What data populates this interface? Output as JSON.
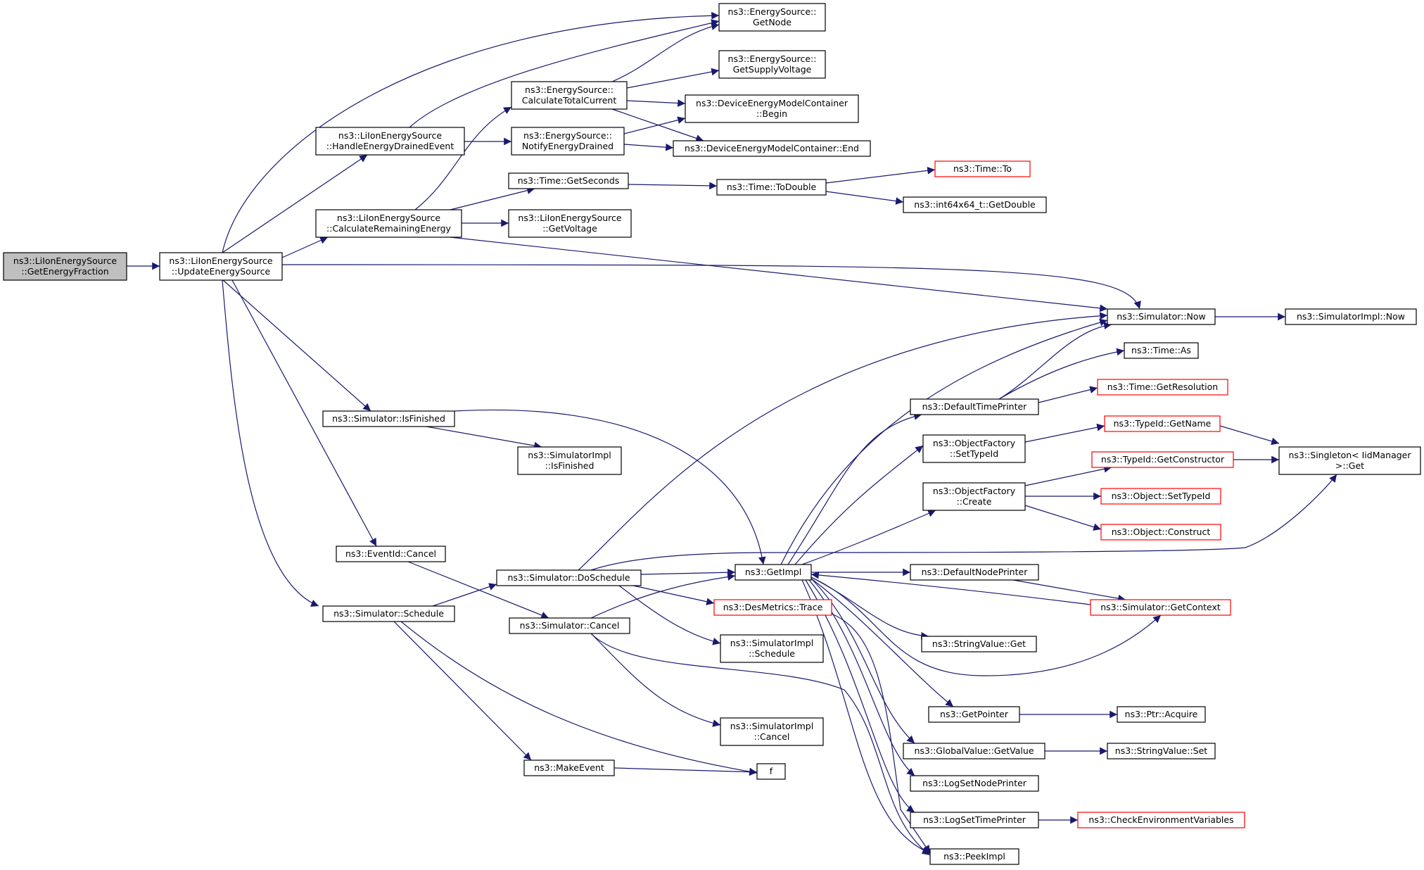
{
  "graph": {
    "colors": {
      "edge": "#191970",
      "root_fill": "#bfbfbf",
      "node_fill": "#ffffff",
      "node_border": "#000000",
      "truncated_border": "#ff0000"
    },
    "nodes": [
      {
        "id": "root",
        "lines": [
          "ns3::LiIonEnergySource",
          "::GetEnergyFraction"
        ],
        "style": "root"
      },
      {
        "id": "update",
        "lines": [
          "ns3::LiIonEnergySource",
          "::UpdateEnergySource"
        ],
        "style": "normal"
      },
      {
        "id": "handle",
        "lines": [
          "ns3::LiIonEnergySource",
          "::HandleEnergyDrainedEvent"
        ],
        "style": "normal"
      },
      {
        "id": "calcRem",
        "lines": [
          "ns3::LiIonEnergySource",
          "::CalculateRemainingEnergy"
        ],
        "style": "normal"
      },
      {
        "id": "isFinished",
        "lines": [
          "ns3::Simulator::IsFinished"
        ],
        "style": "normal"
      },
      {
        "id": "eventCancel",
        "lines": [
          "ns3::EventId::Cancel"
        ],
        "style": "normal"
      },
      {
        "id": "schedule",
        "lines": [
          "ns3::Simulator::Schedule"
        ],
        "style": "normal"
      },
      {
        "id": "calcTotal",
        "lines": [
          "ns3::EnergySource::",
          "CalculateTotalCurrent"
        ],
        "style": "normal"
      },
      {
        "id": "notify",
        "lines": [
          "ns3::EnergySource::",
          "NotifyEnergyDrained"
        ],
        "style": "normal"
      },
      {
        "id": "getSeconds",
        "lines": [
          "ns3::Time::GetSeconds"
        ],
        "style": "normal"
      },
      {
        "id": "getVoltage",
        "lines": [
          "ns3::LiIonEnergySource",
          "::GetVoltage"
        ],
        "style": "normal"
      },
      {
        "id": "implIsFinished",
        "lines": [
          "ns3::SimulatorImpl",
          "::IsFinished"
        ],
        "style": "normal"
      },
      {
        "id": "doSchedule",
        "lines": [
          "ns3::Simulator::DoSchedule"
        ],
        "style": "normal"
      },
      {
        "id": "simCancel",
        "lines": [
          "ns3::Simulator::Cancel"
        ],
        "style": "normal"
      },
      {
        "id": "makeEvent",
        "lines": [
          "ns3::MakeEvent"
        ],
        "style": "normal"
      },
      {
        "id": "getNode",
        "lines": [
          "ns3::EnergySource::",
          "GetNode"
        ],
        "style": "normal"
      },
      {
        "id": "supplyVoltage",
        "lines": [
          "ns3::EnergySource::",
          "GetSupplyVoltage"
        ],
        "style": "normal"
      },
      {
        "id": "dmcBegin",
        "lines": [
          "ns3::DeviceEnergyModelContainer",
          "::Begin"
        ],
        "style": "normal"
      },
      {
        "id": "dmcEnd",
        "lines": [
          "ns3::DeviceEnergyModelContainer::End"
        ],
        "style": "normal"
      },
      {
        "id": "toDouble",
        "lines": [
          "ns3::Time::ToDouble"
        ],
        "style": "normal"
      },
      {
        "id": "timeTo",
        "lines": [
          "ns3::Time::To"
        ],
        "style": "truncated"
      },
      {
        "id": "getDouble",
        "lines": [
          "ns3::int64x64_t::GetDouble"
        ],
        "style": "normal"
      },
      {
        "id": "now",
        "lines": [
          "ns3::Simulator::Now"
        ],
        "style": "normal"
      },
      {
        "id": "implNow",
        "lines": [
          "ns3::SimulatorImpl::Now"
        ],
        "style": "normal"
      },
      {
        "id": "timeAs",
        "lines": [
          "ns3::Time::As"
        ],
        "style": "normal"
      },
      {
        "id": "defTimePrinter",
        "lines": [
          "ns3::DefaultTimePrinter"
        ],
        "style": "normal"
      },
      {
        "id": "getResolution",
        "lines": [
          "ns3::Time::GetResolution"
        ],
        "style": "truncated"
      },
      {
        "id": "getName",
        "lines": [
          "ns3::TypeId::GetName"
        ],
        "style": "truncated"
      },
      {
        "id": "ofSetTypeId",
        "lines": [
          "ns3::ObjectFactory",
          "::SetTypeId"
        ],
        "style": "normal"
      },
      {
        "id": "singletonGet",
        "lines": [
          "ns3::Singleton< IidManager",
          ">::Get"
        ],
        "style": "normal"
      },
      {
        "id": "getConstructor",
        "lines": [
          "ns3::TypeId::GetConstructor"
        ],
        "style": "truncated"
      },
      {
        "id": "ofCreate",
        "lines": [
          "ns3::ObjectFactory",
          "::Create"
        ],
        "style": "normal"
      },
      {
        "id": "objSetTypeId",
        "lines": [
          "ns3::Object::SetTypeId"
        ],
        "style": "truncated"
      },
      {
        "id": "objConstruct",
        "lines": [
          "ns3::Object::Construct"
        ],
        "style": "truncated"
      },
      {
        "id": "getImpl",
        "lines": [
          "ns3::GetImpl"
        ],
        "style": "normal"
      },
      {
        "id": "defNodePrinter",
        "lines": [
          "ns3::DefaultNodePrinter"
        ],
        "style": "normal"
      },
      {
        "id": "desTrace",
        "lines": [
          "ns3::DesMetrics::Trace"
        ],
        "style": "truncated"
      },
      {
        "id": "getContext",
        "lines": [
          "ns3::Simulator::GetContext"
        ],
        "style": "truncated"
      },
      {
        "id": "stringGet",
        "lines": [
          "ns3::StringValue::Get"
        ],
        "style": "normal"
      },
      {
        "id": "implSchedule",
        "lines": [
          "ns3::SimulatorImpl",
          "::Schedule"
        ],
        "style": "normal"
      },
      {
        "id": "getPointer",
        "lines": [
          "ns3::GetPointer"
        ],
        "style": "normal"
      },
      {
        "id": "ptrAcquire",
        "lines": [
          "ns3::Ptr::Acquire"
        ],
        "style": "normal"
      },
      {
        "id": "implCancel",
        "lines": [
          "ns3::SimulatorImpl",
          "::Cancel"
        ],
        "style": "normal"
      },
      {
        "id": "gvGetValue",
        "lines": [
          "ns3::GlobalValue::GetValue"
        ],
        "style": "normal"
      },
      {
        "id": "stringSet",
        "lines": [
          "ns3::StringValue::Set"
        ],
        "style": "normal"
      },
      {
        "id": "f",
        "lines": [
          "f"
        ],
        "style": "normal"
      },
      {
        "id": "logNodePrinter",
        "lines": [
          "ns3::LogSetNodePrinter"
        ],
        "style": "normal"
      },
      {
        "id": "logTimePrinter",
        "lines": [
          "ns3::LogSetTimePrinter"
        ],
        "style": "normal"
      },
      {
        "id": "checkEnv",
        "lines": [
          "ns3::CheckEnvironmentVariables"
        ],
        "style": "truncated"
      },
      {
        "id": "peekImpl",
        "lines": [
          "ns3::PeekImpl"
        ],
        "style": "normal"
      }
    ],
    "edges": [
      [
        "root",
        "update"
      ],
      [
        "update",
        "getNode"
      ],
      [
        "update",
        "handle"
      ],
      [
        "update",
        "calcRem"
      ],
      [
        "update",
        "now"
      ],
      [
        "update",
        "isFinished"
      ],
      [
        "update",
        "eventCancel"
      ],
      [
        "update",
        "schedule"
      ],
      [
        "handle",
        "getNode"
      ],
      [
        "handle",
        "notify"
      ],
      [
        "calcRem",
        "calcTotal"
      ],
      [
        "calcRem",
        "getSeconds"
      ],
      [
        "calcRem",
        "getVoltage"
      ],
      [
        "calcRem",
        "now"
      ],
      [
        "calcTotal",
        "getNode"
      ],
      [
        "calcTotal",
        "supplyVoltage"
      ],
      [
        "calcTotal",
        "dmcBegin"
      ],
      [
        "calcTotal",
        "dmcEnd"
      ],
      [
        "notify",
        "dmcBegin"
      ],
      [
        "notify",
        "dmcEnd"
      ],
      [
        "getSeconds",
        "toDouble"
      ],
      [
        "toDouble",
        "timeTo"
      ],
      [
        "toDouble",
        "getDouble"
      ],
      [
        "now",
        "implNow"
      ],
      [
        "isFinished",
        "getImpl"
      ],
      [
        "isFinished",
        "implIsFinished"
      ],
      [
        "eventCancel",
        "simCancel"
      ],
      [
        "schedule",
        "doSchedule"
      ],
      [
        "schedule",
        "makeEvent"
      ],
      [
        "schedule",
        "f"
      ],
      [
        "makeEvent",
        "f"
      ],
      [
        "doSchedule",
        "now"
      ],
      [
        "doSchedule",
        "getImpl"
      ],
      [
        "doSchedule",
        "desTrace"
      ],
      [
        "doSchedule",
        "implSchedule"
      ],
      [
        "doSchedule",
        "singletonGet"
      ],
      [
        "simCancel",
        "getImpl"
      ],
      [
        "simCancel",
        "implCancel"
      ],
      [
        "simCancel",
        "peekImpl"
      ],
      [
        "getImpl",
        "now"
      ],
      [
        "getImpl",
        "defTimePrinter"
      ],
      [
        "getImpl",
        "ofSetTypeId"
      ],
      [
        "getImpl",
        "ofCreate"
      ],
      [
        "getImpl",
        "defNodePrinter"
      ],
      [
        "getImpl",
        "stringGet"
      ],
      [
        "getImpl",
        "getContext"
      ],
      [
        "getImpl",
        "getPointer"
      ],
      [
        "getImpl",
        "gvGetValue"
      ],
      [
        "getImpl",
        "logNodePrinter"
      ],
      [
        "getImpl",
        "logTimePrinter"
      ],
      [
        "getImpl",
        "peekImpl"
      ],
      [
        "defTimePrinter",
        "now"
      ],
      [
        "defTimePrinter",
        "timeAs"
      ],
      [
        "defTimePrinter",
        "getResolution"
      ],
      [
        "ofSetTypeId",
        "getName"
      ],
      [
        "getName",
        "singletonGet"
      ],
      [
        "ofCreate",
        "getConstructor"
      ],
      [
        "ofCreate",
        "objSetTypeId"
      ],
      [
        "ofCreate",
        "objConstruct"
      ],
      [
        "getConstructor",
        "singletonGet"
      ],
      [
        "defNodePrinter",
        "getContext"
      ],
      [
        "getContext",
        "getImpl"
      ],
      [
        "desTrace",
        "peekImpl"
      ],
      [
        "getPointer",
        "ptrAcquire"
      ],
      [
        "gvGetValue",
        "stringSet"
      ],
      [
        "logTimePrinter",
        "checkEnv"
      ]
    ]
  }
}
